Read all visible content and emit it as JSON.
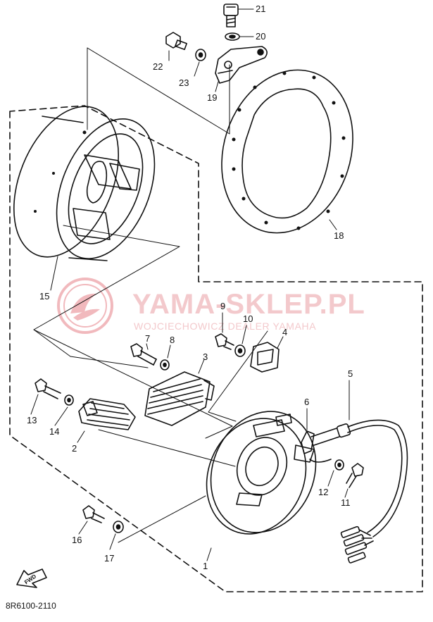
{
  "watermark": {
    "title": "YAMA-SKLEP.PL",
    "subtitle": "WOJCIECHOWICZ DEALER YAMAHA",
    "logo_color": "#e7a4aa"
  },
  "diagram_code": "8R6100-2110",
  "fwd_label": "FWD",
  "callouts": {
    "c1": "1",
    "c2": "2",
    "c3": "3",
    "c4": "4",
    "c5": "5",
    "c6": "6",
    "c7": "7",
    "c8": "8",
    "c9": "9",
    "c10": "10",
    "c11": "11",
    "c12": "12",
    "c13": "13",
    "c14": "14",
    "c15": "15",
    "c16": "16",
    "c17": "17",
    "c18": "18",
    "c19": "19",
    "c20": "20",
    "c21": "21",
    "c22": "22",
    "c23": "23"
  },
  "colors": {
    "ink": "#111111",
    "paper": "#ffffff",
    "watermark": "#f3c9cc"
  }
}
